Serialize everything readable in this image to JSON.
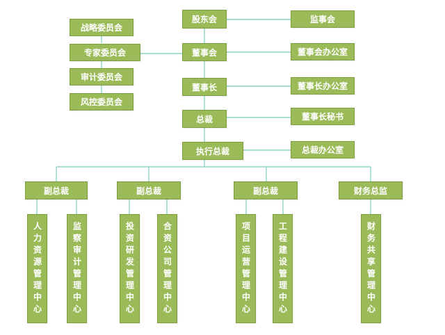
{
  "colors": {
    "box_fill": "#9bbb59",
    "box_border": "#7f9e42",
    "connector": "#8fd3c6",
    "text": "#ffffff"
  },
  "nodes": {
    "shareholders_meeting": "股东会",
    "supervisory_board": "监事会",
    "strategy_committee": "战略委员会",
    "expert_committee": "专家委员会",
    "audit_committee": "审计委员会",
    "risk_committee": "风控委员会",
    "board_of_directors": "董事会",
    "board_office": "董事会办公室",
    "chairman": "董事长",
    "chairman_office": "董事长办公室",
    "president": "总裁",
    "chairman_secretary": "董事长秘书",
    "executive_president": "执行总裁",
    "president_office": "总裁办公室",
    "vp_1": "副总裁",
    "vp_2": "副总裁",
    "vp_3": "副总裁",
    "cfo": "财务总监",
    "hr_center": "人力资源管理中心",
    "audit_center": "监察审计管理中心",
    "investment_center": "投资研发管理中心",
    "contract_center": "合资公司管理中心",
    "project_center": "项目运营管理中心",
    "engineering_center": "工程建设管理中心",
    "finance_center": "财务共享管理中心"
  }
}
